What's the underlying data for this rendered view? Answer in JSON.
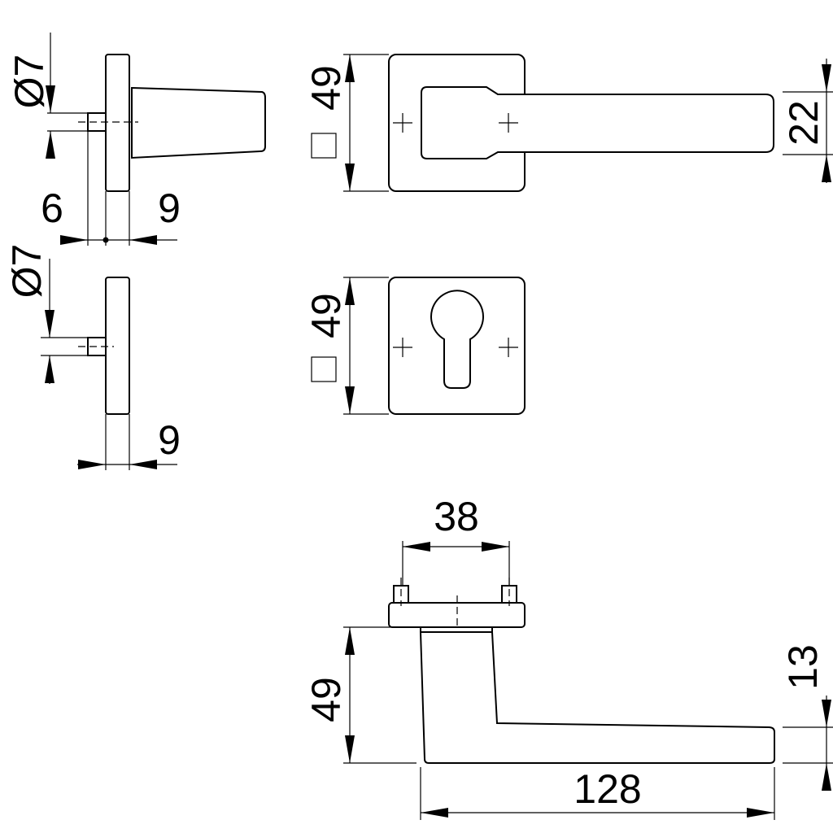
{
  "dimensions": {
    "side_top_pin_diameter": "Ø7",
    "side_top_pin_length": "6",
    "side_top_rose_thickness": "9",
    "side_bottom_pin_diameter": "Ø7",
    "side_bottom_rose_thickness": "9",
    "rose_top_height": "49",
    "rose_bottom_height": "49",
    "lever_neck_height": "22",
    "screw_spacing": "38",
    "lever_projection": "49",
    "lever_grip_thickness": "13",
    "lever_length": "128"
  }
}
